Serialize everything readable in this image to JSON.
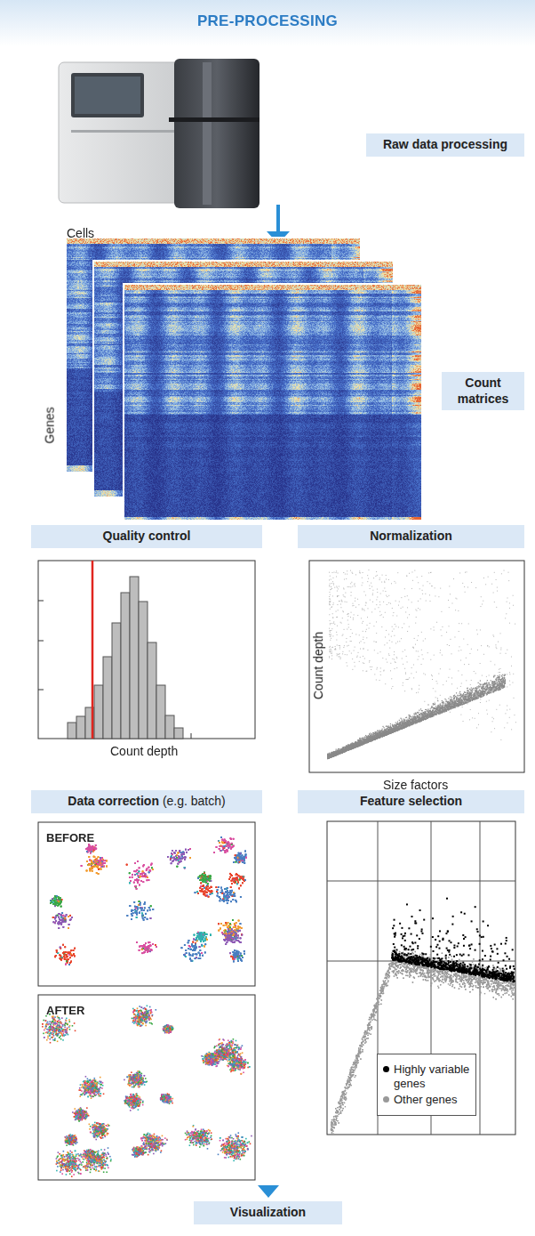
{
  "diagram": {
    "title": "PRE-PROCESSING",
    "nodes": [
      {
        "text": [
          "Raw data processing"
        ]
      },
      {
        "text": [
          "Count matrices"
        ]
      },
      {
        "text": [
          "Quality control"
        ]
      },
      {
        "text": [
          "Normalization"
        ]
      },
      {
        "text": [
          "Data correction",
          "(e.g. batch)"
        ]
      },
      {
        "text": [
          "Feature selection"
        ]
      },
      {
        "text": [
          "Visualization"
        ]
      }
    ],
    "labels": [
      "Cells",
      "Genes",
      "Count depth",
      "Count depth",
      "Size factors",
      "BEFORE",
      "AFTER"
    ],
    "legend": [
      {
        "text": "Highly variable genes",
        "color": "#000000"
      },
      {
        "text": "Other genes",
        "color": "#999999"
      }
    ]
  }
}
